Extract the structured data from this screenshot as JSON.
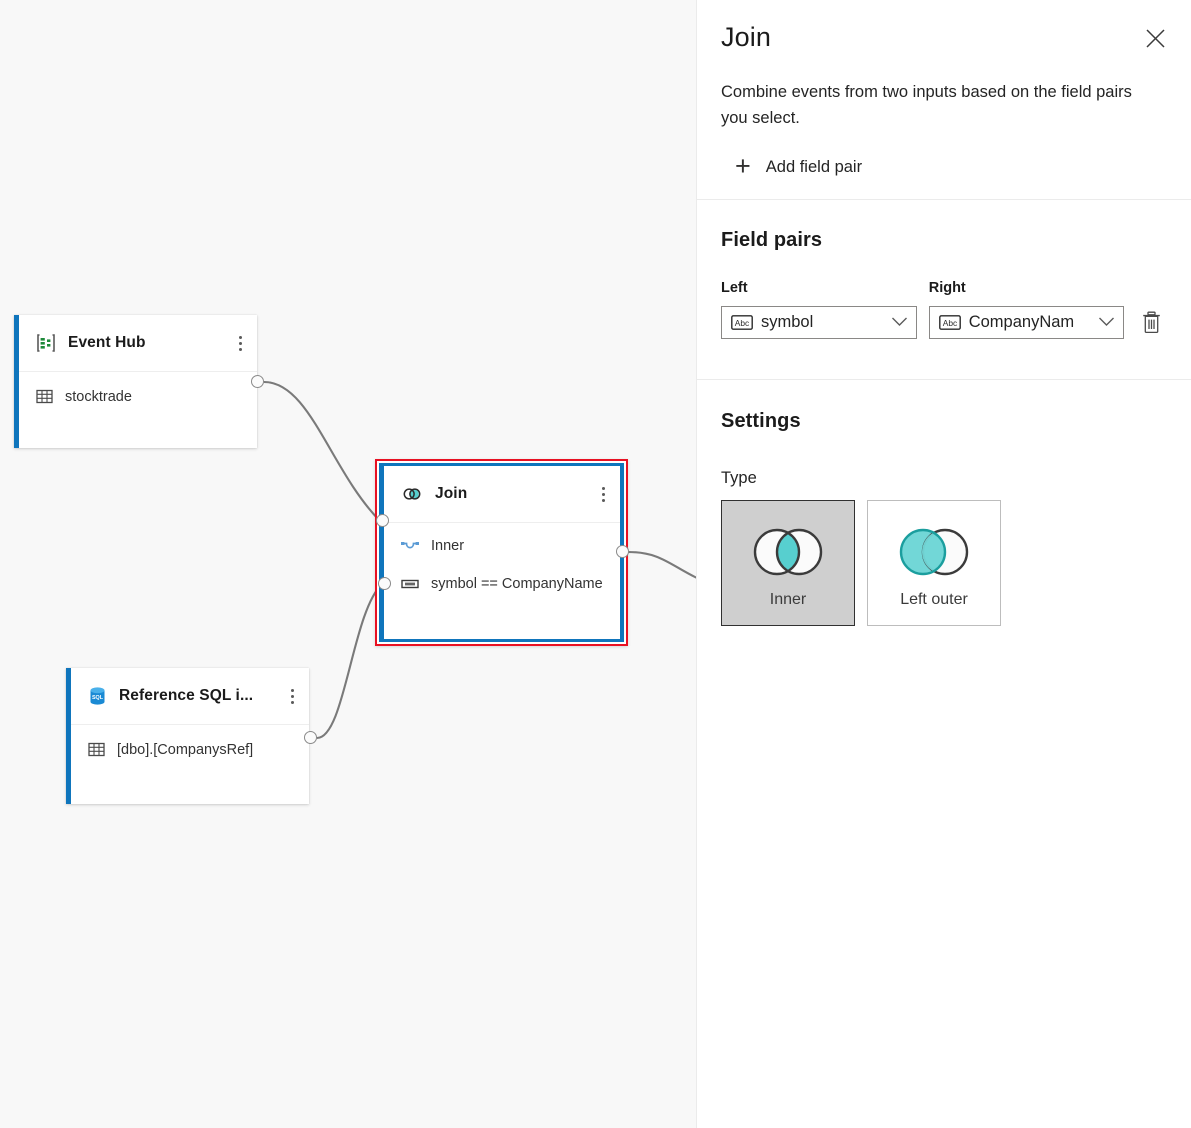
{
  "canvas": {
    "background_color": "#f8f8f8",
    "nodes": [
      {
        "id": "event-hub",
        "title": "Event Hub",
        "icon": "event-hub-icon",
        "accent_color": "#0f75bc",
        "rows": [
          {
            "icon": "table-icon",
            "label": "stocktrade"
          }
        ]
      },
      {
        "id": "join",
        "title": "Join",
        "icon": "join-venn-icon",
        "accent_color": "#0f75bc",
        "selection_outline_color": "#e81123",
        "rows": [
          {
            "icon": "join-type-icon",
            "label": "Inner"
          },
          {
            "icon": "field-pair-icon",
            "label": "symbol == CompanyName"
          }
        ]
      },
      {
        "id": "reference-sql",
        "title": "Reference SQL i...",
        "icon": "sql-database-icon",
        "accent_color": "#0f75bc",
        "rows": [
          {
            "icon": "table-icon",
            "label": "[dbo].[CompanysRef]"
          }
        ]
      }
    ]
  },
  "panel": {
    "title": "Join",
    "close_label": "close-icon",
    "description": "Combine events from two inputs based on the field pairs you select.",
    "add_field_pair": {
      "plus": "+",
      "label": "Add field pair"
    },
    "field_pairs": {
      "heading": "Field pairs",
      "left_label": "Left",
      "right_label": "Right",
      "rows": [
        {
          "left": {
            "type_icon": "Abc",
            "value": "symbol"
          },
          "right": {
            "type_icon": "Abc",
            "value": "CompanyNam"
          },
          "delete_label": "delete-icon"
        }
      ]
    },
    "settings": {
      "heading": "Settings",
      "type_label": "Type",
      "options": [
        {
          "id": "inner",
          "label": "Inner",
          "icon": "venn-inner-icon",
          "selected": true
        },
        {
          "id": "left-outer",
          "label": "Left outer",
          "icon": "venn-left-outer-icon",
          "selected": false
        }
      ],
      "selected_type": "Inner"
    }
  },
  "colors": {
    "accent_blue": "#0f75bc",
    "error_red": "#e81123",
    "teal": "#57cfcf",
    "panel_bg": "#ffffff",
    "canvas_bg": "#f8f8f8",
    "selected_option_bg": "#cfcfcf"
  }
}
